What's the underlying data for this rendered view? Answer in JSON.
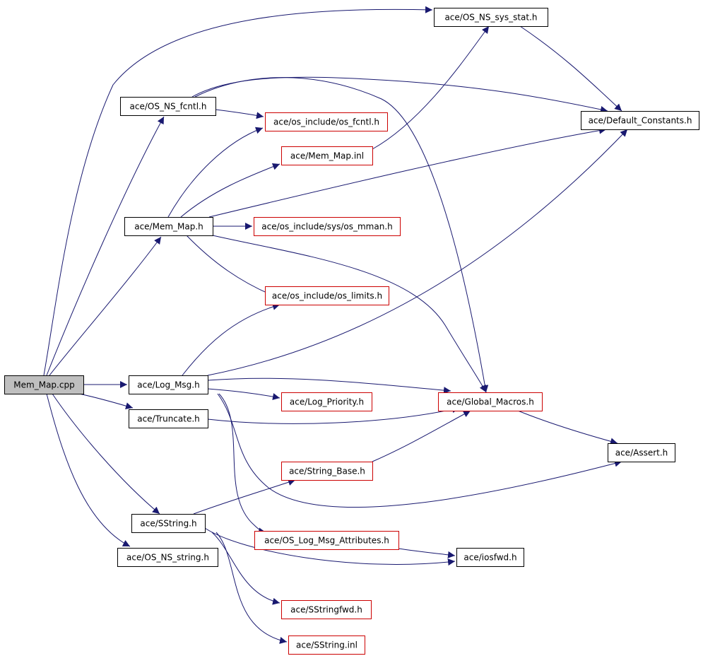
{
  "colors": {
    "edge": "#191970",
    "node_fill": "#ffffff",
    "node_border_default": "#000000",
    "node_border_incomplete": "#cc0000",
    "root_fill": "#bfbfbf"
  },
  "nodes": [
    {
      "id": "mem_map_cpp",
      "label": "Mem_Map.cpp",
      "kind": "root"
    },
    {
      "id": "os_ns_sys_stat",
      "label": "ace/OS_NS_sys_stat.h",
      "kind": "default"
    },
    {
      "id": "os_ns_fcntl",
      "label": "ace/OS_NS_fcntl.h",
      "kind": "default"
    },
    {
      "id": "os_fcntl",
      "label": "ace/os_include/os_fcntl.h",
      "kind": "incomplete"
    },
    {
      "id": "default_constants",
      "label": "ace/Default_Constants.h",
      "kind": "default"
    },
    {
      "id": "mem_map_inl",
      "label": "ace/Mem_Map.inl",
      "kind": "incomplete"
    },
    {
      "id": "mem_map_h",
      "label": "ace/Mem_Map.h",
      "kind": "default"
    },
    {
      "id": "os_mman",
      "label": "ace/os_include/sys/os_mman.h",
      "kind": "incomplete"
    },
    {
      "id": "os_limits",
      "label": "ace/os_include/os_limits.h",
      "kind": "incomplete"
    },
    {
      "id": "log_msg",
      "label": "ace/Log_Msg.h",
      "kind": "default"
    },
    {
      "id": "log_priority",
      "label": "ace/Log_Priority.h",
      "kind": "incomplete"
    },
    {
      "id": "global_macros",
      "label": "ace/Global_Macros.h",
      "kind": "incomplete"
    },
    {
      "id": "truncate",
      "label": "ace/Truncate.h",
      "kind": "default"
    },
    {
      "id": "assert",
      "label": "ace/Assert.h",
      "kind": "default"
    },
    {
      "id": "string_base",
      "label": "ace/String_Base.h",
      "kind": "incomplete"
    },
    {
      "id": "sstring_h",
      "label": "ace/SString.h",
      "kind": "default"
    },
    {
      "id": "os_log_msg_attr",
      "label": "ace/OS_Log_Msg_Attributes.h",
      "kind": "incomplete"
    },
    {
      "id": "iosfwd",
      "label": "ace/iosfwd.h",
      "kind": "default"
    },
    {
      "id": "os_ns_string",
      "label": "ace/OS_NS_string.h",
      "kind": "default"
    },
    {
      "id": "sstringfwd",
      "label": "ace/SStringfwd.h",
      "kind": "incomplete"
    },
    {
      "id": "sstring_inl",
      "label": "ace/SString.inl",
      "kind": "incomplete"
    }
  ],
  "edges": [
    {
      "from": "mem_map_cpp",
      "to": "os_ns_sys_stat"
    },
    {
      "from": "mem_map_cpp",
      "to": "os_ns_fcntl"
    },
    {
      "from": "mem_map_cpp",
      "to": "mem_map_h"
    },
    {
      "from": "mem_map_cpp",
      "to": "log_msg"
    },
    {
      "from": "mem_map_cpp",
      "to": "truncate"
    },
    {
      "from": "mem_map_cpp",
      "to": "sstring_h"
    },
    {
      "from": "mem_map_cpp",
      "to": "os_ns_string"
    },
    {
      "from": "os_ns_sys_stat",
      "to": "default_constants"
    },
    {
      "from": "os_ns_fcntl",
      "to": "os_fcntl"
    },
    {
      "from": "os_ns_fcntl",
      "to": "default_constants"
    },
    {
      "from": "os_ns_fcntl",
      "to": "global_macros"
    },
    {
      "from": "mem_map_inl",
      "to": "os_ns_sys_stat"
    },
    {
      "from": "mem_map_h",
      "to": "os_fcntl"
    },
    {
      "from": "mem_map_h",
      "to": "mem_map_inl"
    },
    {
      "from": "mem_map_h",
      "to": "default_constants"
    },
    {
      "from": "mem_map_h",
      "to": "os_mman"
    },
    {
      "from": "mem_map_h",
      "to": "os_limits"
    },
    {
      "from": "mem_map_h",
      "to": "global_macros"
    },
    {
      "from": "log_msg",
      "to": "os_limits"
    },
    {
      "from": "log_msg",
      "to": "default_constants"
    },
    {
      "from": "log_msg",
      "to": "global_macros"
    },
    {
      "from": "log_msg",
      "to": "log_priority"
    },
    {
      "from": "log_msg",
      "to": "assert"
    },
    {
      "from": "log_msg",
      "to": "os_log_msg_attr"
    },
    {
      "from": "truncate",
      "to": "global_macros"
    },
    {
      "from": "global_macros",
      "to": "assert"
    },
    {
      "from": "string_base",
      "to": "global_macros"
    },
    {
      "from": "sstring_h",
      "to": "string_base"
    },
    {
      "from": "sstring_h",
      "to": "iosfwd"
    },
    {
      "from": "sstring_h",
      "to": "sstringfwd"
    },
    {
      "from": "sstring_h",
      "to": "sstring_inl"
    },
    {
      "from": "os_log_msg_attr",
      "to": "iosfwd"
    }
  ]
}
